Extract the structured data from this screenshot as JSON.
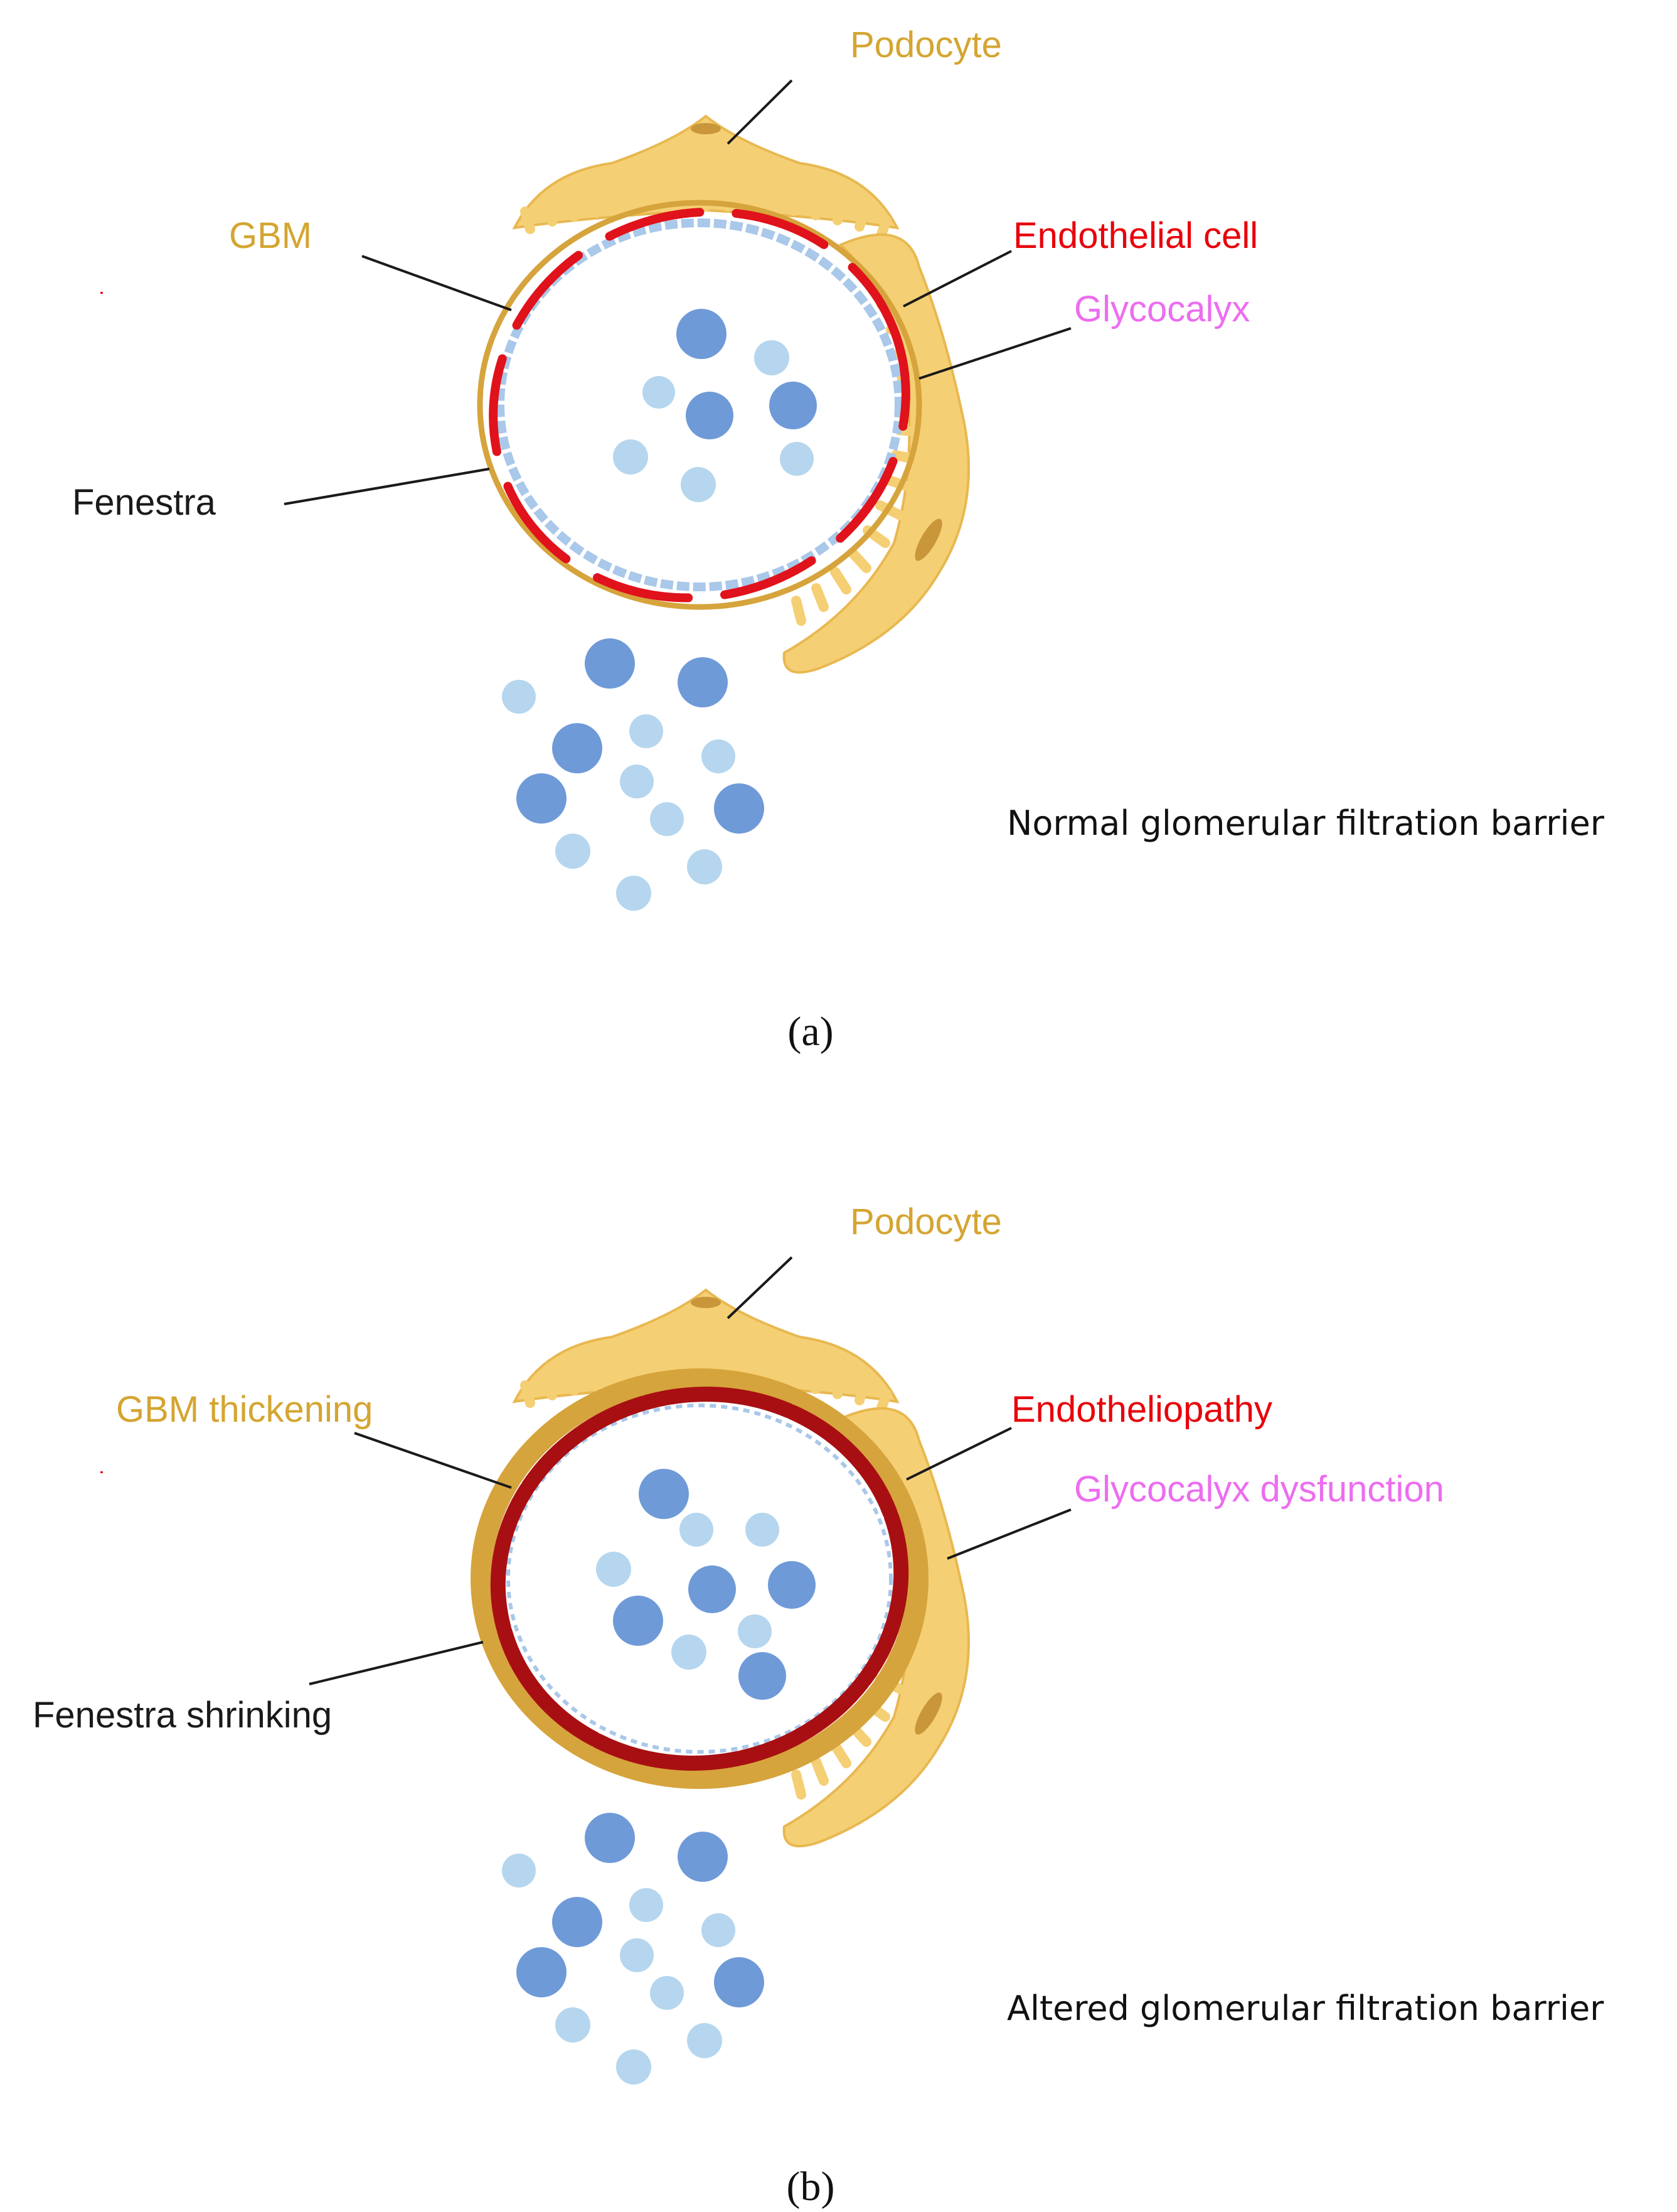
{
  "colors": {
    "podocyte_fill": "#f5cf74",
    "podocyte_stroke": "#e8b850",
    "podocyte_nucleus": "#c9963a",
    "gbm": "#d6a43c",
    "endothelial_normal": "#e0121b",
    "endothelial_altered": "#a80f12",
    "glycocalyx": "#a9c8ea",
    "protein_dark": "#6f9ad8",
    "protein_light": "#b5d6ee",
    "label_gbm": "#d4a531",
    "label_endothelial": "#e8000b",
    "label_glycocalyx": "#ec6df0",
    "label_fenestra": "#1a1a1a"
  },
  "panels": [
    {
      "id": "a",
      "state": "normal",
      "labels": {
        "podocyte": "Podocyte",
        "gbm": "GBM",
        "endothelial": "Endothelial cell",
        "glycocalyx": "Glycocalyx",
        "fenestra": "Fenestra"
      },
      "caption": "Normal glomerular filtration barrier",
      "sublabel": "(a)"
    },
    {
      "id": "b",
      "state": "altered",
      "labels": {
        "podocyte": "Podocyte",
        "gbm": "GBM thickening",
        "endothelial": "Endotheliopathy",
        "glycocalyx": "Glycocalyx dysfunction",
        "fenestra": "Fenestra shrinking"
      },
      "caption": "Altered glomerular filtration barrier",
      "sublabel": "(b)"
    }
  ]
}
